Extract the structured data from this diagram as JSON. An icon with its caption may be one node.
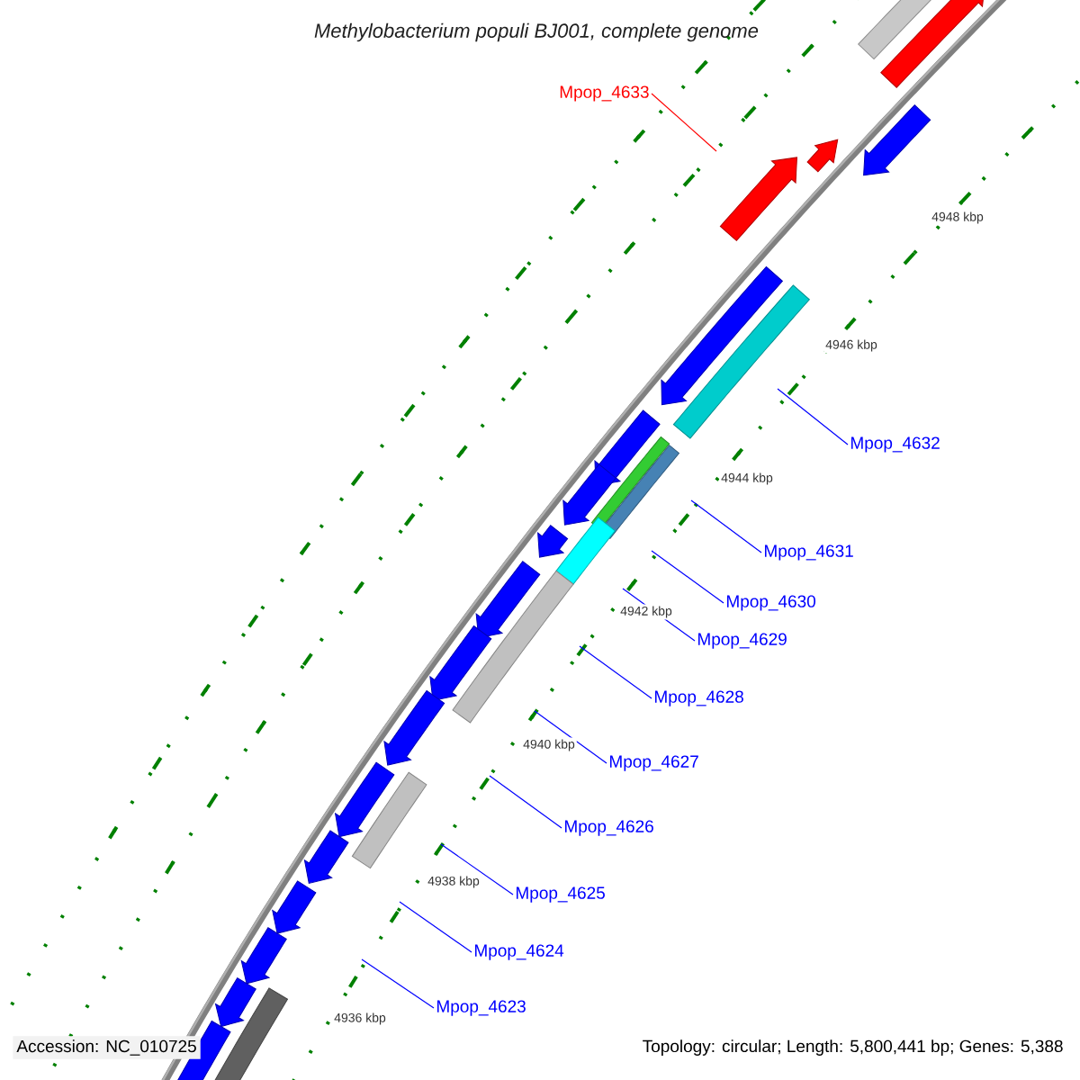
{
  "diagram": {
    "title": "Methylobacterium populi BJ001, complete genome",
    "nodes": [
      {
        "text": [
          "Mpop_4633"
        ]
      },
      {
        "text": [
          "Mpop_4632"
        ]
      },
      {
        "text": [
          "Mpop_4631"
        ]
      },
      {
        "text": [
          "Mpop_4630"
        ]
      },
      {
        "text": [
          "Mpop_4629"
        ]
      },
      {
        "text": [
          "Mpop_4628"
        ]
      },
      {
        "text": [
          "Mpop_4627"
        ]
      },
      {
        "text": [
          "Mpop_4626"
        ]
      },
      {
        "text": [
          "Mpop_4625"
        ]
      },
      {
        "text": [
          "Mpop_4624"
        ]
      },
      {
        "text": [
          "Mpop_4623"
        ]
      }
    ],
    "edges": [
      {
        "from": 0,
        "to": null,
        "arrow": "none",
        "color": "#ff0000"
      },
      {
        "from": 1,
        "to": null,
        "arrow": "none"
      },
      {
        "from": 2,
        "to": null,
        "arrow": "none"
      },
      {
        "from": 3,
        "to": null,
        "arrow": "none"
      },
      {
        "from": 4,
        "to": null,
        "arrow": "none"
      },
      {
        "from": 5,
        "to": null,
        "arrow": "none"
      },
      {
        "from": 6,
        "to": null,
        "arrow": "none"
      },
      {
        "from": 7,
        "to": null,
        "arrow": "none"
      },
      {
        "from": 8,
        "to": null,
        "arrow": "none"
      },
      {
        "from": 9,
        "to": null,
        "arrow": "none"
      },
      {
        "from": 10,
        "to": null,
        "arrow": "none"
      }
    ],
    "labels": [
      "4948 kbp",
      "4946 kbp",
      "4944 kbp",
      "4942 kbp",
      "4940 kbp",
      "4938 kbp",
      "4936 kbp",
      "Accession: NC_010725",
      "Topology: circular; Length: 5,800,441 bp; Genes: 5,388"
    ]
  }
}
